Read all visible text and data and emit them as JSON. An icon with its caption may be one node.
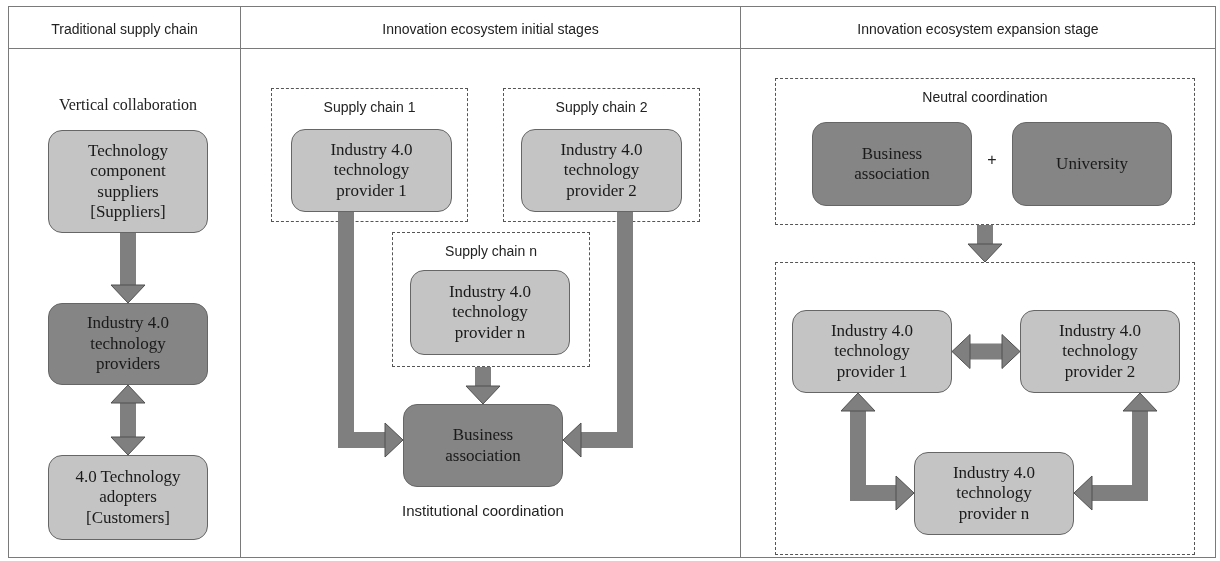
{
  "diagram": {
    "nodes": [
      {
        "text": [
          "Traditional supply chain"
        ]
      },
      {
        "text": [
          "Technology component suppliers [Suppliers]"
        ],
        "in": 0
      },
      {
        "text": [
          "Industry 4.0 technology providers"
        ],
        "in": 0
      },
      {
        "text": [
          "4.0 Technology adopters [Customers]"
        ],
        "in": 0
      },
      {
        "text": [
          "Innovation ecosystem initial stages"
        ]
      },
      {
        "text": [
          "Supply chain 1"
        ],
        "in": 4
      },
      {
        "text": [
          "Industry 4.0 technology provider 1"
        ],
        "in": 5
      },
      {
        "text": [
          "Supply chain 2"
        ],
        "in": 4
      },
      {
        "text": [
          "Industry 4.0 technology provider 2"
        ],
        "in": 7
      },
      {
        "text": [
          "Supply chain n"
        ],
        "in": 4
      },
      {
        "text": [
          "Industry 4.0 technology provider n"
        ],
        "in": 9
      },
      {
        "text": [
          "Business association"
        ],
        "in": 4,
        "beside": [
          "Institutional coordination"
        ]
      },
      {
        "text": [
          "Innovation ecosystem expansion stage"
        ]
      },
      {
        "text": [
          "Neutral coordination"
        ],
        "in": 12
      },
      {
        "text": [
          "Business association"
        ],
        "in": 13
      },
      {
        "text": [
          "University"
        ],
        "in": 13
      },
      {
        "text": [],
        "shape": "box",
        "in": 12
      },
      {
        "text": [
          "Industry 4.0 technology provider 1"
        ],
        "in": 16
      },
      {
        "text": [
          "Industry 4.0 technology provider 2"
        ],
        "in": 16
      },
      {
        "text": [
          "Industry 4.0 technology provider n"
        ],
        "in": 16
      }
    ],
    "edges": [
      {
        "from": 1,
        "to": 2,
        "arrow": "to"
      },
      {
        "from": 2,
        "to": 3,
        "arrow": "both"
      },
      {
        "from": 6,
        "to": 11,
        "arrow": "to"
      },
      {
        "from": 8,
        "to": 11,
        "arrow": "to"
      },
      {
        "from": 9,
        "to": 11,
        "arrow": "to"
      },
      {
        "from": 13,
        "to": 16,
        "arrow": "to"
      },
      {
        "from": 17,
        "to": 18,
        "arrow": "both"
      },
      {
        "from": 17,
        "to": 19,
        "arrow": "both"
      },
      {
        "from": 18,
        "to": 19,
        "arrow": "both"
      }
    ],
    "labels": [
      "Vertical collaboration",
      "+"
    ]
  }
}
